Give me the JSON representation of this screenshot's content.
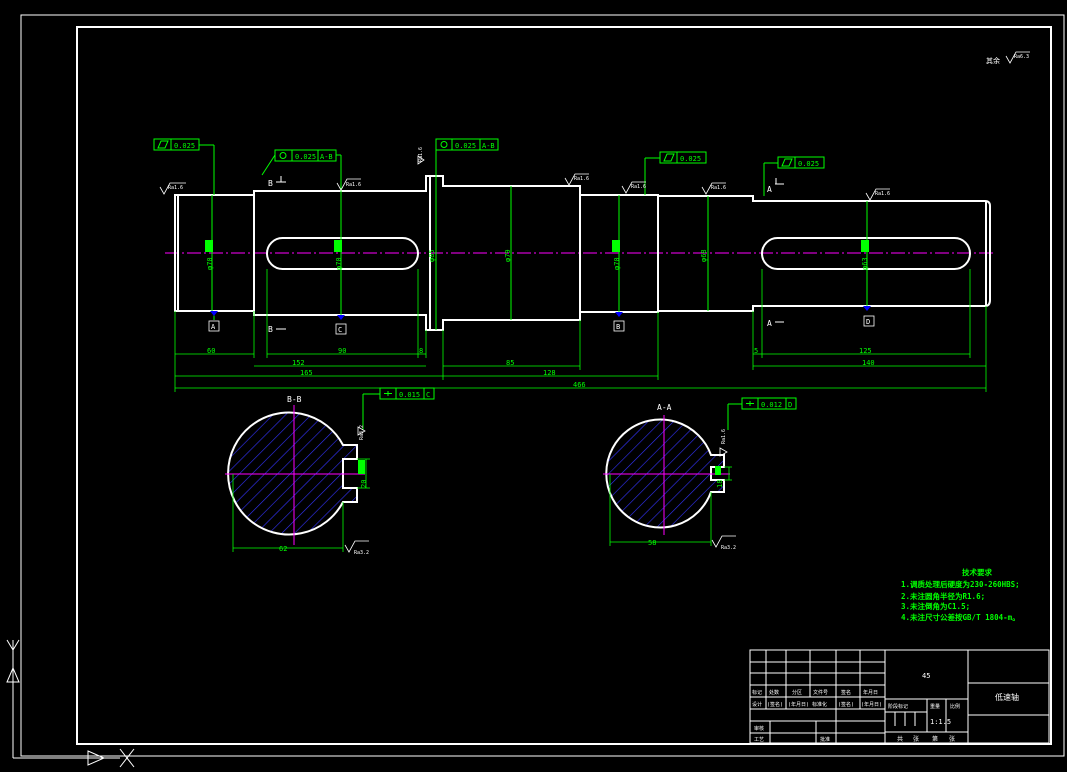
{
  "colors": {
    "background": "#000000",
    "outline": "#ffffff",
    "dimension": "#00ff00",
    "centerline": "#ff00ff",
    "hatch": "#3333ff",
    "marker": "#0000ff"
  },
  "corner_roughness": "其余",
  "tolerances": {
    "t1": "0.025",
    "t2": "0.025",
    "t2_ref": "A-B",
    "t3": "0.025",
    "t3_ref": "A-B",
    "t4": "0.025",
    "t5": "0.025",
    "t6": "0.015",
    "t6_ref": "C",
    "t7": "0.012",
    "t7_ref": "D"
  },
  "roughness": {
    "r1": "Ra1.6",
    "r2": "Ra1.6",
    "r3": "Ra1.6",
    "r4": "Ra1.6",
    "r5": "Ra1.6",
    "r6": "Ra1.6",
    "r7": "Ra3.2",
    "r8": "Ra1.6",
    "r9": "Ra3.2",
    "r10": "Ra1.6",
    "r11": "Ra3.2",
    "r12": "Ra3.2",
    "r13": "Ra6.3"
  },
  "section_marks": {
    "b_top": "B",
    "b_bottom": "B",
    "a_top": "A",
    "a_bottom": "A"
  },
  "datums": {
    "a": "A",
    "c": "C",
    "b": "B",
    "d": "D"
  },
  "diameters": {
    "d1": "φ70",
    "d2": "φ70",
    "d3": "φ85",
    "d4": "φ79",
    "d5": "φ70",
    "d6": "φ68",
    "d7": "φ63"
  },
  "dims": {
    "d60": "60",
    "d152": "152",
    "d90": "90",
    "d8": "8",
    "d165": "165",
    "d85": "85",
    "d128": "128",
    "d466": "466",
    "d5": "5",
    "d125": "125",
    "d140": "140"
  },
  "sections": {
    "bb_label": "B-B",
    "aa_label": "A-A",
    "bb_width": "62",
    "bb_depth": "20",
    "aa_width": "58",
    "aa_depth": "18"
  },
  "notes": {
    "title": "技术要求",
    "line1": "1.调质处理后硬度为230-260HBS;",
    "line2": "2.未注圆角半径为R1.6;",
    "line3": "3.未注倒角为C1.5;",
    "line4": "4.未注尺寸公差按GB/T 1804-m。"
  },
  "title_block": {
    "material": "45",
    "part_name": "低速轴",
    "scale": "1:1.5",
    "row_labels": [
      "标记",
      "处数",
      "分区",
      "文件号",
      "签名",
      "年月日"
    ],
    "design_row": [
      "设计",
      "(签名)",
      "(年月日)",
      "标准化",
      "(签名)",
      "(年月日)"
    ],
    "stage_label": "阶段标记",
    "weight_label": "重量",
    "scale_label": "比例",
    "review": "审核",
    "process": "工艺",
    "approve": "批准",
    "sheets": [
      "共",
      "张",
      "第",
      "张"
    ]
  }
}
